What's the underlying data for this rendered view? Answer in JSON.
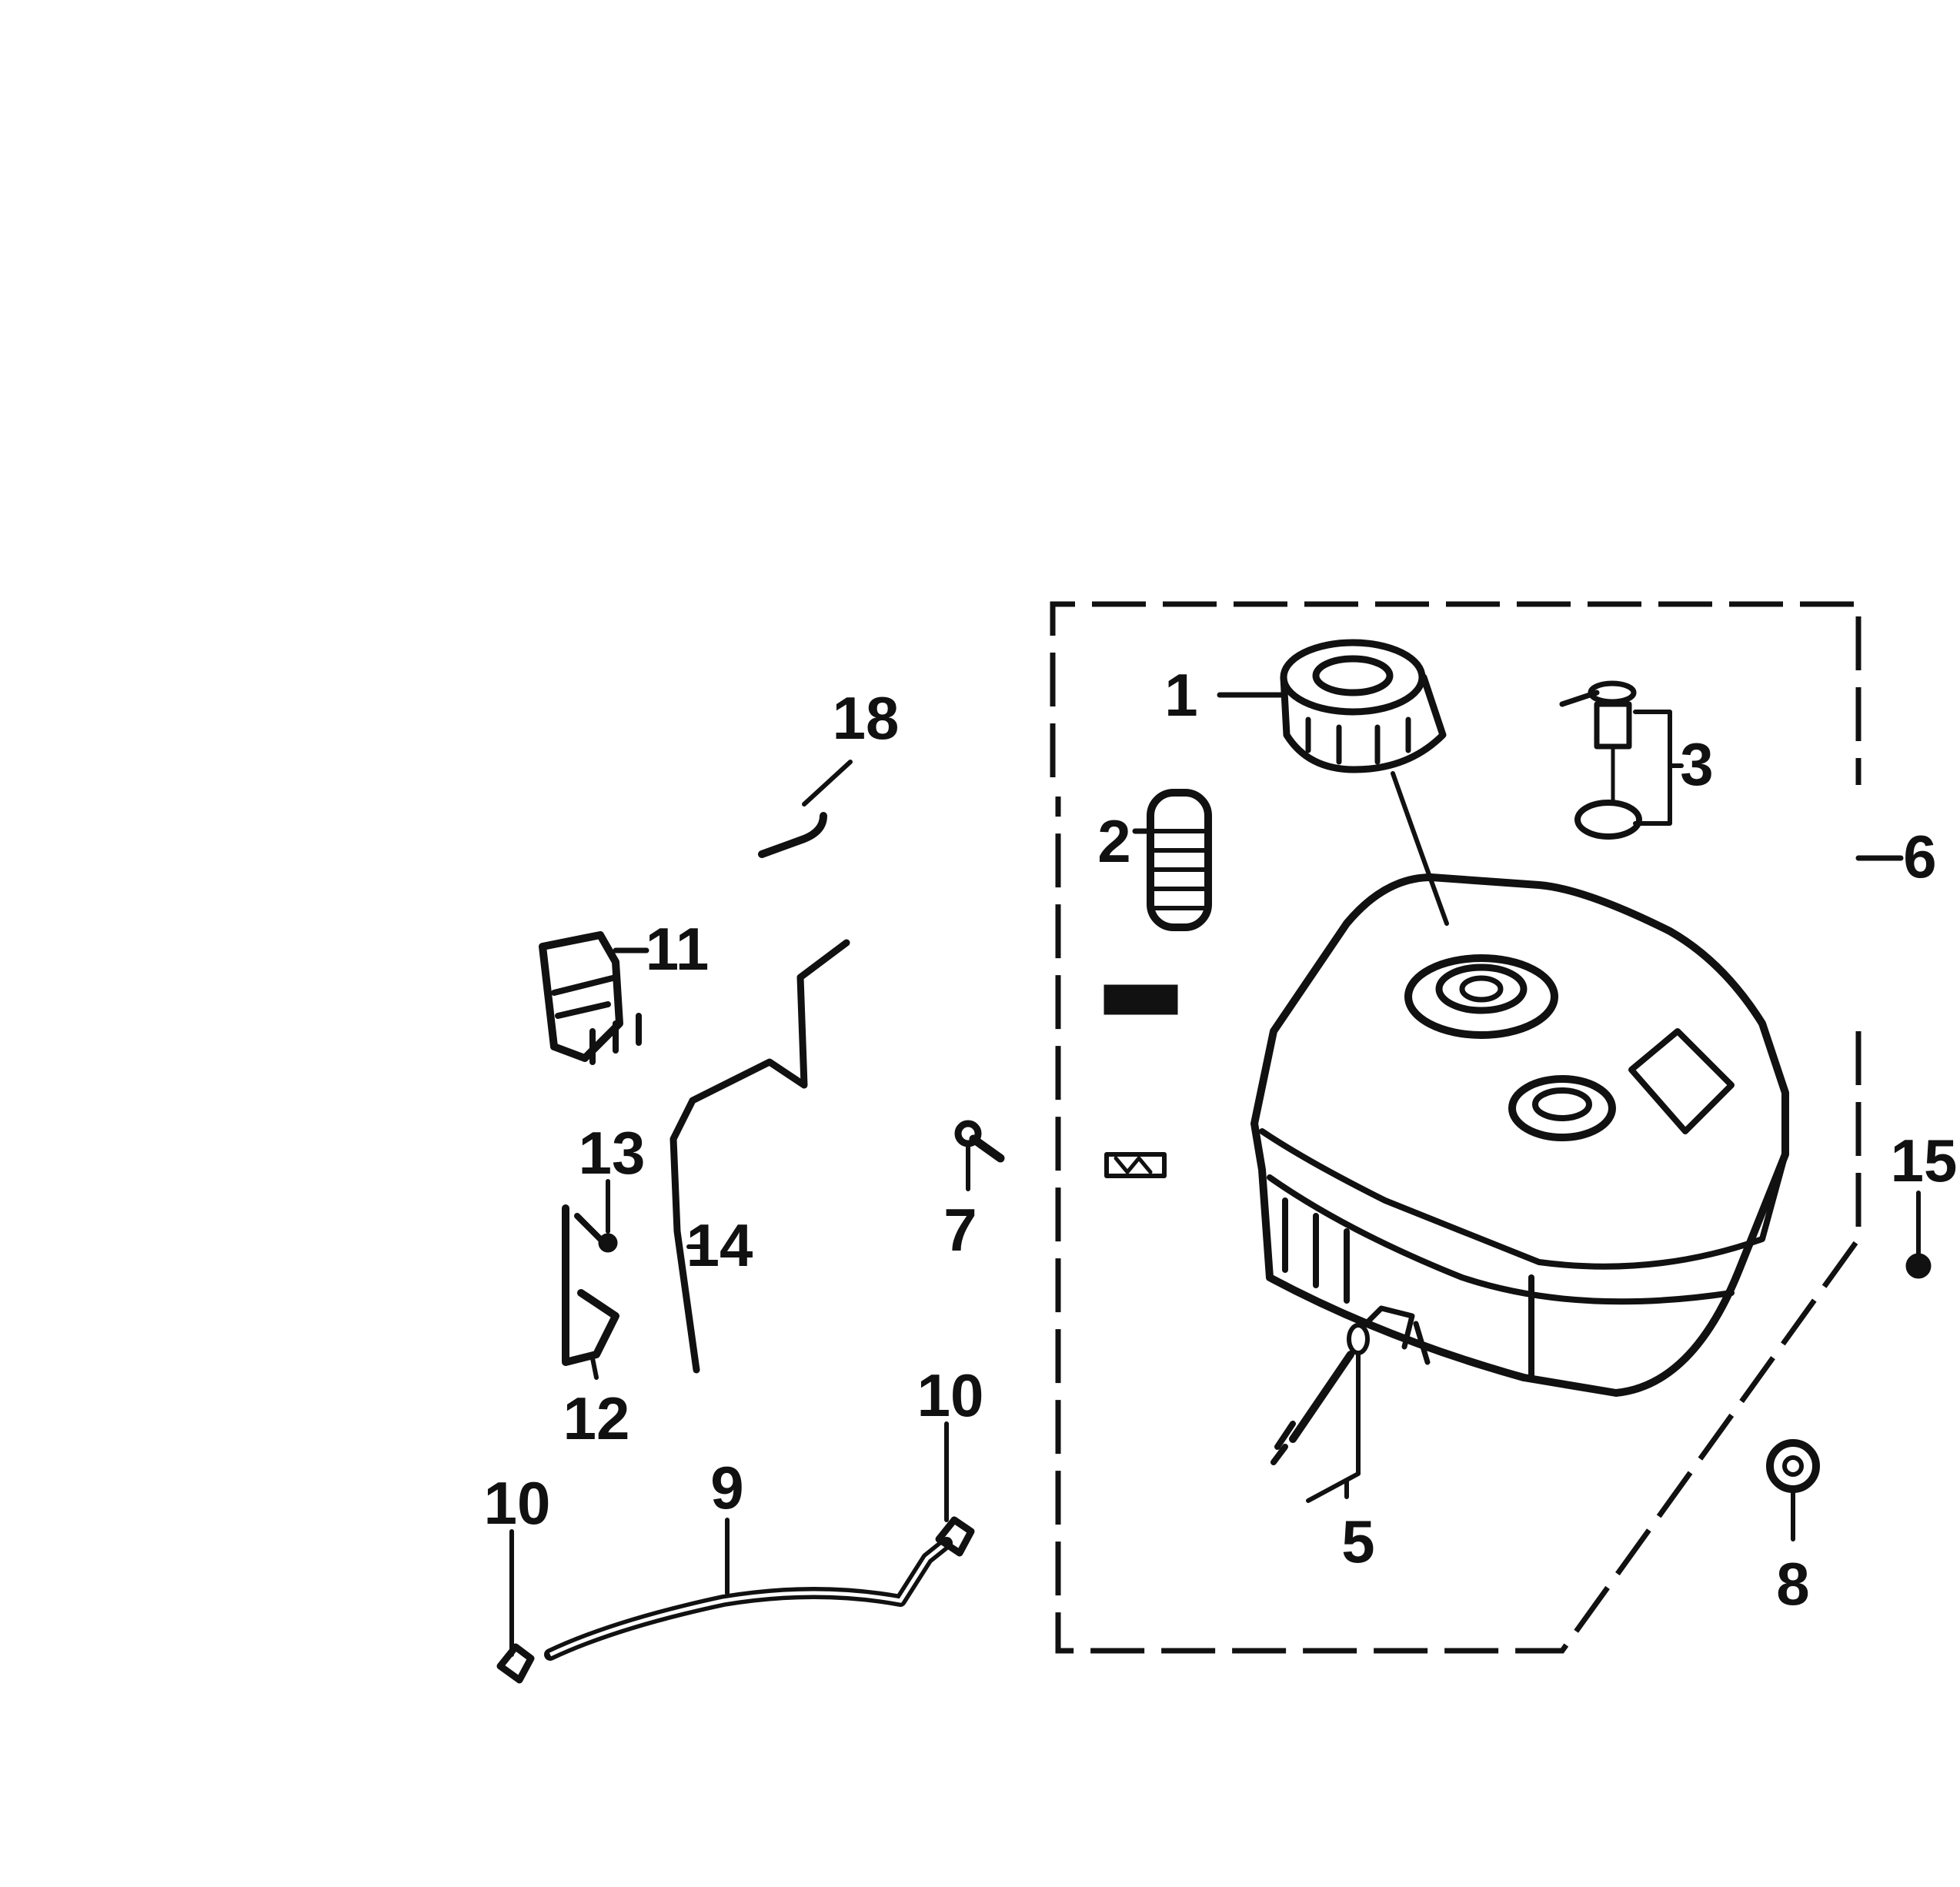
{
  "callouts": {
    "p1": "1",
    "p2": "2",
    "p3": "3",
    "p5": "5",
    "p6": "6",
    "p7": "7",
    "p8": "8",
    "p9": "9",
    "p10a": "10",
    "p10b": "10",
    "p11": "11",
    "p12": "12",
    "p13": "13",
    "p14": "14",
    "p15": "15",
    "p18": "18"
  },
  "colors": {
    "ink": "#111111",
    "background": "#ffffff"
  }
}
